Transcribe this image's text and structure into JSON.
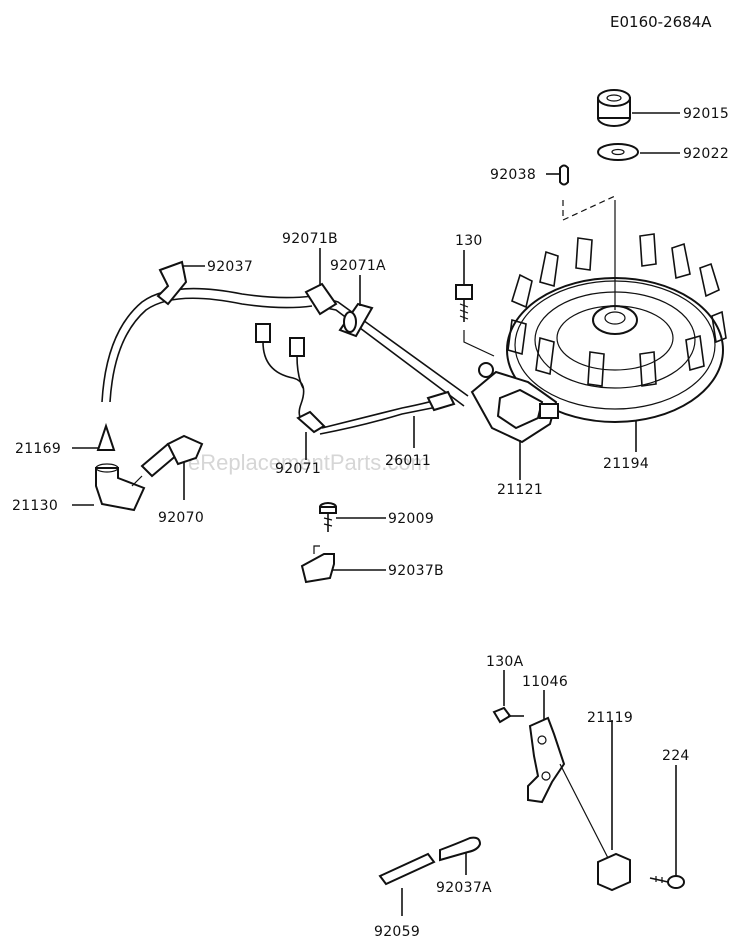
{
  "diagram_code": "E0160-2684A",
  "watermark": "eReplacementParts.com",
  "labels": {
    "p92015": "92015",
    "p92022": "92022",
    "p92038": "92038",
    "p130": "130",
    "p92071B": "92071B",
    "p92071A": "92071A",
    "p92037": "92037",
    "p21169": "21169",
    "p21130": "21130",
    "p92070": "92070",
    "p92071": "92071",
    "p26011": "26011",
    "p21121": "21121",
    "p21194": "21194",
    "p92009": "92009",
    "p92037B": "92037B",
    "p130A": "130A",
    "p11046": "11046",
    "p21119": "21119",
    "p224": "224",
    "p92037A": "92037A",
    "p92059": "92059"
  }
}
